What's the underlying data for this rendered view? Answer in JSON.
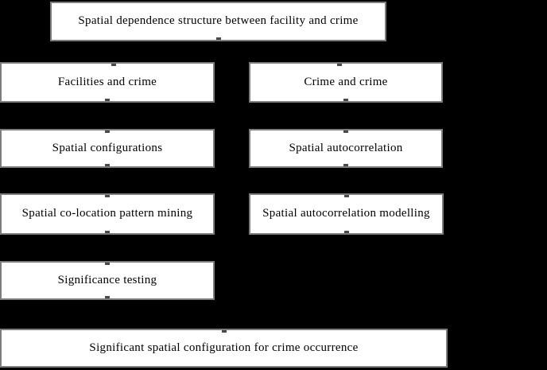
{
  "diagram": {
    "background_color": "#000000",
    "box_fill_color": "#ffffff",
    "box_border_color": "#7d7d7d",
    "text_color": "#000000",
    "arrow_tip_color": "#4a4a4a",
    "nodes": {
      "title": "Spatial dependence structure between facility and crime",
      "left_column": [
        "Facilities and crime",
        "Spatial configurations",
        "Spatial co-location pattern mining",
        "Significance testing"
      ],
      "right_column": [
        "Crime and crime",
        "Spatial autocorrelation",
        "Spatial autocorrelation modelling"
      ],
      "bottom": "Significant spatial configuration for crime occurrence"
    }
  }
}
